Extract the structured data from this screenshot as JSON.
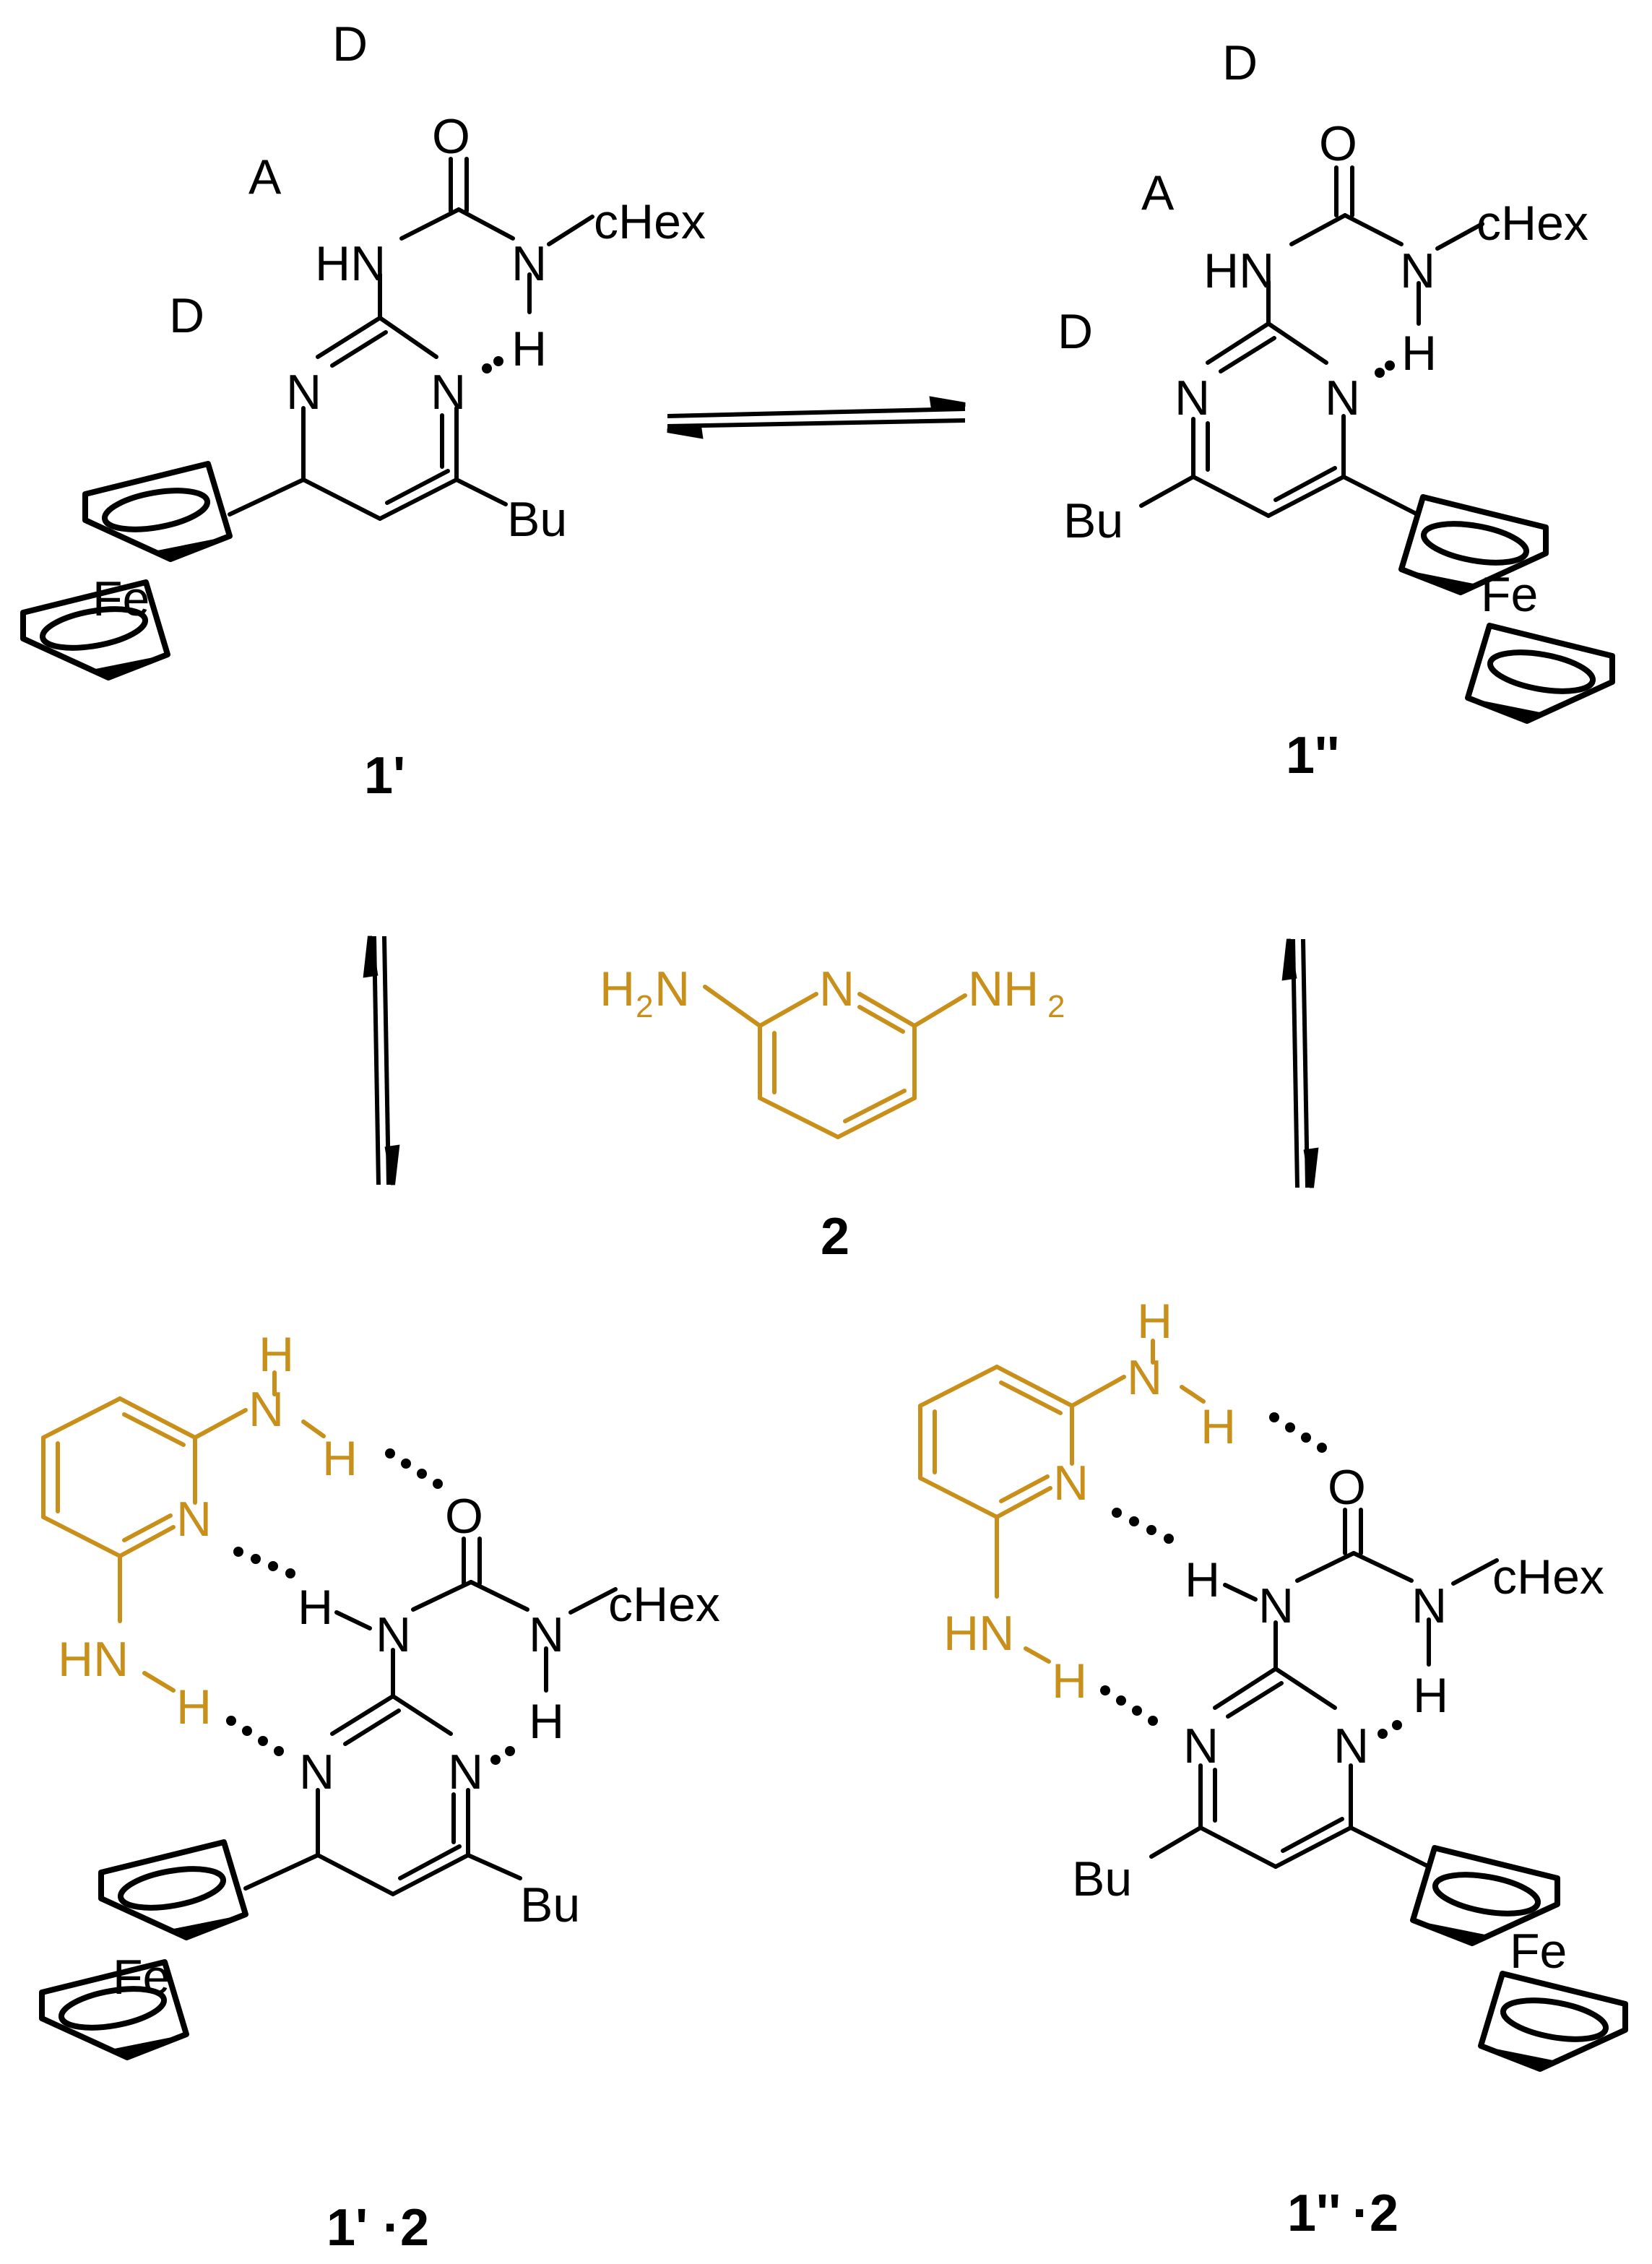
{
  "scheme": {
    "colors": {
      "ink": "#000000",
      "guest": "#c8901a"
    },
    "compound_labels": {
      "c1p": "1'",
      "c1pp": "1''",
      "c2": "2",
      "c1p2_a": "1'",
      "c1p2_b": "·2",
      "c1pp2_a": "1''",
      "c1pp2_b": "·2"
    },
    "site_labels": {
      "left": [
        "D",
        "A",
        "D"
      ],
      "right": [
        "D",
        "A",
        "D"
      ]
    },
    "atoms": {
      "O": "O",
      "HN": "HN",
      "N": "N",
      "H": "H",
      "cHex": "cHex",
      "Bu": "Bu",
      "Fe": "Fe",
      "NH": "NH",
      "H2N_main": "H",
      "H2N_sub": "2",
      "H2N_tail": "N",
      "NH2_main": "NH",
      "NH2_sub": "2"
    },
    "equilibria": [
      {
        "from": "1'",
        "to": "1''"
      },
      {
        "from": "1'",
        "to": "1'·2"
      },
      {
        "from": "1''",
        "to": "1''·2"
      }
    ]
  }
}
